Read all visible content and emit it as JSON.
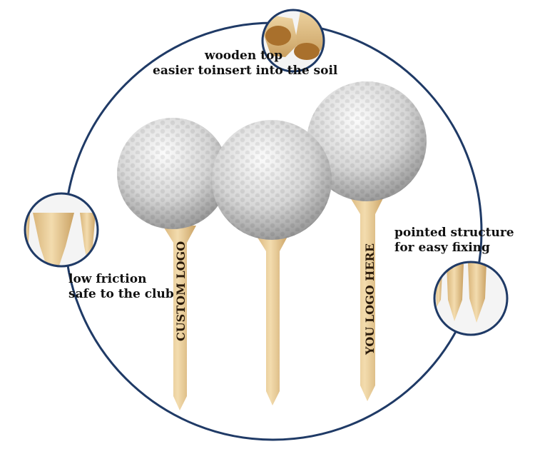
{
  "callouts": {
    "top": {
      "line1": "wooden top",
      "line2": "easier toinsert into the soil"
    },
    "left": {
      "line1": "low friction",
      "line2": "safe to the club"
    },
    "right": {
      "line1": "pointed  structure",
      "line2": "for easy fixing"
    }
  },
  "tee_text": {
    "left": "CUSTOM LOGO",
    "right": "YOU LOGO HERE"
  },
  "colors": {
    "ring": "#1f3a66",
    "wood": "#e9cf9b",
    "wood_dark": "#c9a56a",
    "ball": "#e6e6e6"
  }
}
